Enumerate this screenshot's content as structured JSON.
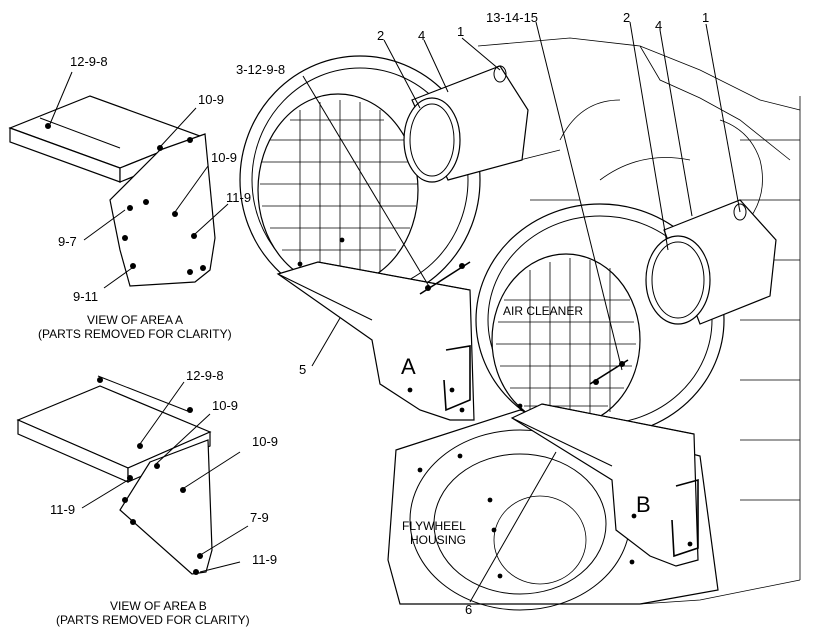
{
  "callouts": {
    "a_top": "12-9-8",
    "a_10_9_1": "10-9",
    "a_10_9_2": "10-9",
    "a_11_9": "11-9",
    "a_9_7": "9-7",
    "a_9_11": "9-11",
    "b_12_9_8": "12-9-8",
    "b_10_9_1": "10-9",
    "b_10_9_2": "10-9",
    "b_11_9_1": "11-9",
    "b_7_9": "7-9",
    "b_11_9_2": "11-9",
    "m_3_12_9_8": "3-12-9-8",
    "m_2a": "2",
    "m_4a": "4",
    "m_1a": "1",
    "m_13_14_15": "13-14-15",
    "m_2b": "2",
    "m_4b": "4",
    "m_1b": "1",
    "m_5": "5",
    "m_6": "6"
  },
  "captions": {
    "area_a_line1": "VIEW OF AREA  A",
    "area_a_line2": "(PARTS REMOVED FOR CLARITY)",
    "area_b_line1": "VIEW OF AREA  B",
    "area_b_line2": "(PARTS REMOVED FOR CLARITY)"
  },
  "labels": {
    "area_a": "A",
    "area_b": "B",
    "air_cleaner": "AIR CLEANER",
    "flywheel_line1": "FLYWHEEL",
    "flywheel_line2": "HOUSING"
  }
}
